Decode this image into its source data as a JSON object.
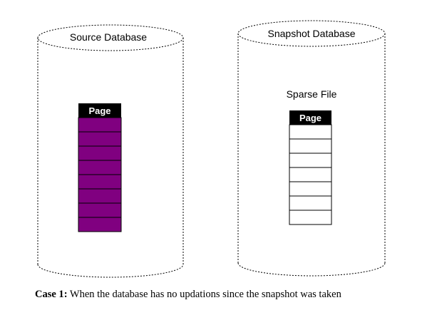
{
  "source_db": {
    "title": "Source Database",
    "page_header": "Page",
    "rows": 8,
    "row_fill": "#800080"
  },
  "snapshot_db": {
    "title": "Snapshot Database",
    "sparse_label": "Sparse File",
    "page_header": "Page",
    "rows": 7,
    "row_fill": "#ffffff"
  },
  "caption": {
    "case_label": "Case 1",
    "text": "When the database has no updations since the snapshot was taken"
  }
}
